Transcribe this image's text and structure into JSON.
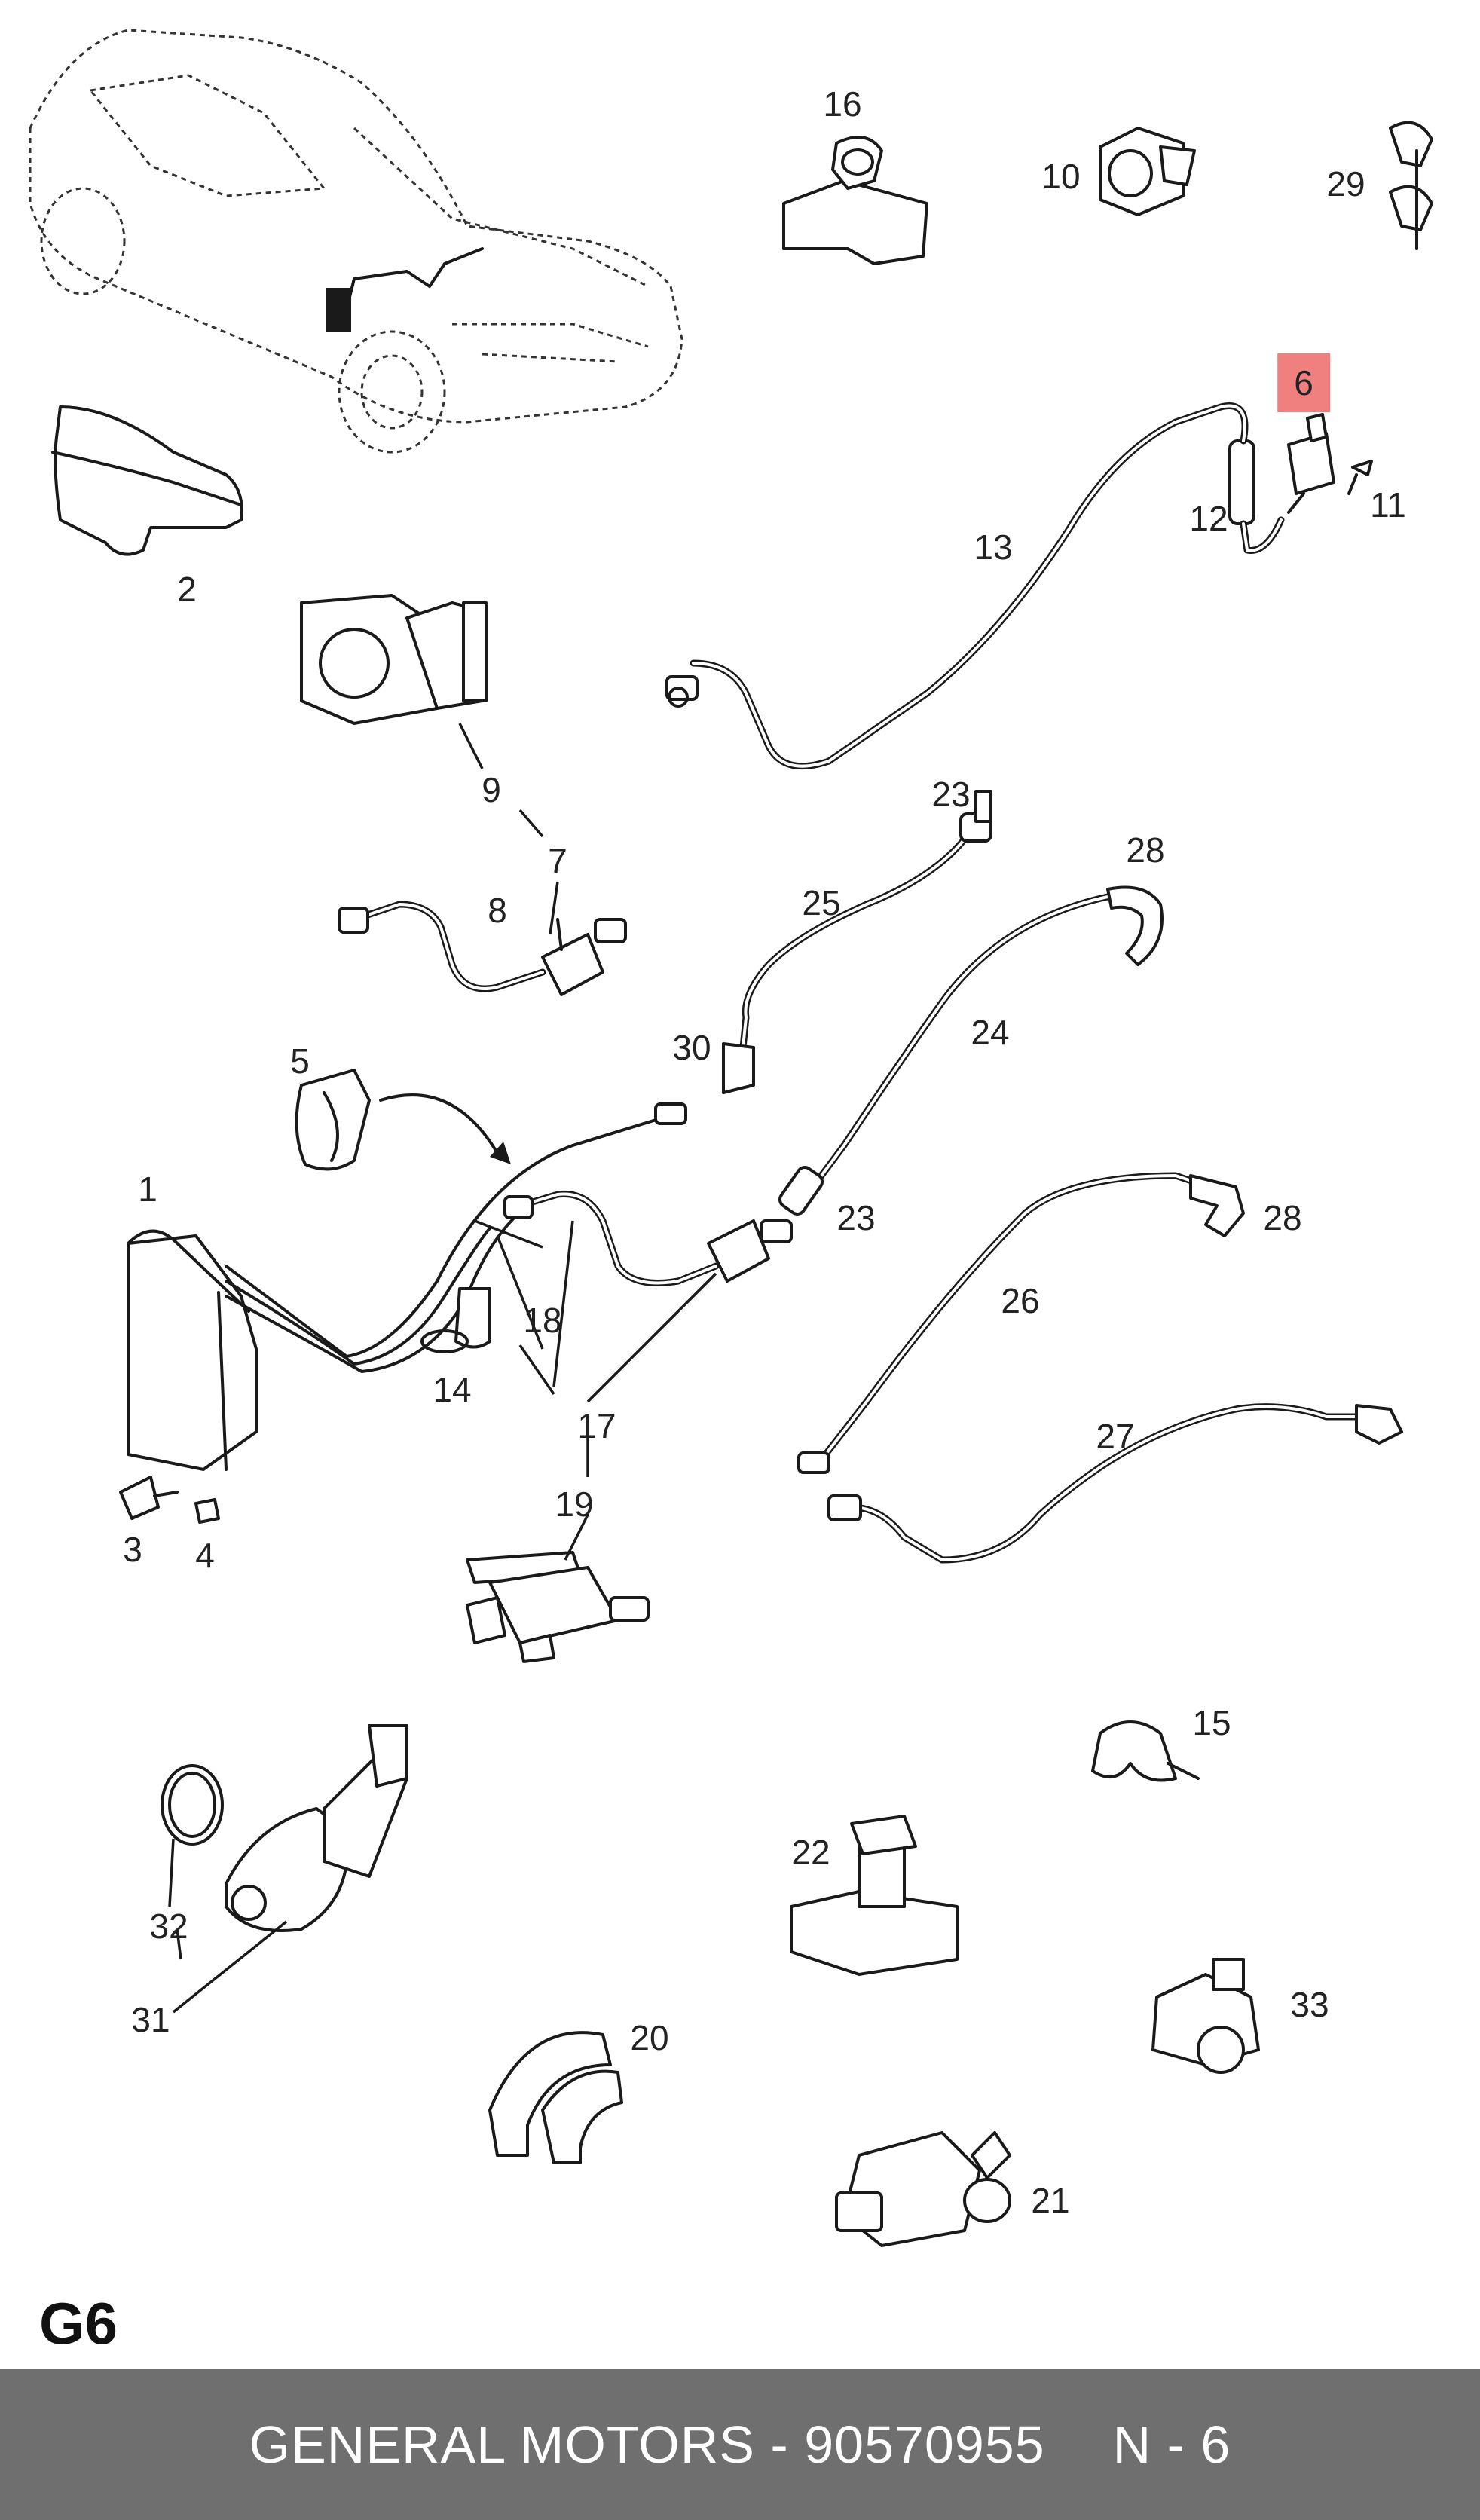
{
  "diagram": {
    "highlight_color": "#f08080",
    "callouts": [
      {
        "id": "c16",
        "label": "16"
      },
      {
        "id": "c10",
        "label": "10"
      },
      {
        "id": "c29",
        "label": "29"
      },
      {
        "id": "c6",
        "label": "6",
        "highlighted": true
      },
      {
        "id": "c11",
        "label": "11"
      },
      {
        "id": "c12",
        "label": "12"
      },
      {
        "id": "c13",
        "label": "13"
      },
      {
        "id": "c2",
        "label": "2"
      },
      {
        "id": "c9",
        "label": "9"
      },
      {
        "id": "c7",
        "label": "7"
      },
      {
        "id": "c8",
        "label": "8"
      },
      {
        "id": "c23a",
        "label": "23"
      },
      {
        "id": "c25",
        "label": "25"
      },
      {
        "id": "c28a",
        "label": "28"
      },
      {
        "id": "c24",
        "label": "24"
      },
      {
        "id": "c30",
        "label": "30"
      },
      {
        "id": "c5",
        "label": "5"
      },
      {
        "id": "c1",
        "label": "1"
      },
      {
        "id": "c23b",
        "label": "23"
      },
      {
        "id": "c28b",
        "label": "28"
      },
      {
        "id": "c26",
        "label": "26"
      },
      {
        "id": "c18",
        "label": "18"
      },
      {
        "id": "c14",
        "label": "14"
      },
      {
        "id": "c17",
        "label": "17"
      },
      {
        "id": "c27",
        "label": "27"
      },
      {
        "id": "c19",
        "label": "19"
      },
      {
        "id": "c3",
        "label": "3"
      },
      {
        "id": "c4",
        "label": "4"
      },
      {
        "id": "c15",
        "label": "15"
      },
      {
        "id": "c22",
        "label": "22"
      },
      {
        "id": "c32",
        "label": "32"
      },
      {
        "id": "c31",
        "label": "31"
      },
      {
        "id": "c33",
        "label": "33"
      },
      {
        "id": "c20",
        "label": "20"
      },
      {
        "id": "c21",
        "label": "21"
      }
    ]
  },
  "page_code": "G6",
  "footer": {
    "brand": "GENERAL MOTORS",
    "separator": " - ",
    "part_number": "90570955",
    "position_label": "N - 6",
    "background": "#6f6f6f",
    "text_color": "#ffffff"
  }
}
